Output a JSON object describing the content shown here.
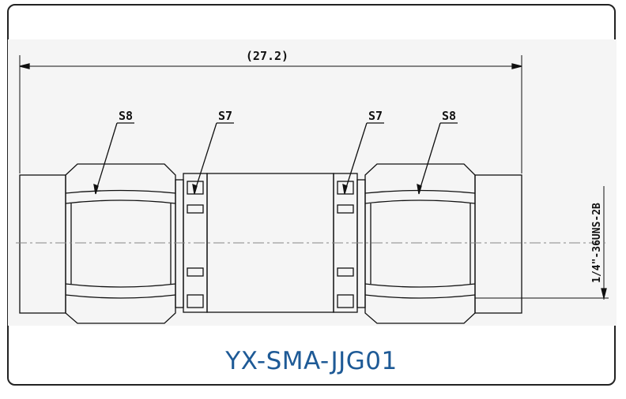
{
  "caption": "YX-SMA-JJG01",
  "colors": {
    "caption": "#1e5a96",
    "drawing_bg": "#f5f5f5",
    "line": "#111111"
  },
  "drawing": {
    "overall_dimension": "(27.2)",
    "labels": {
      "hex_left": "S8",
      "nut_left": "S7",
      "nut_right": "S7",
      "hex_right": "S8"
    },
    "thread_spec": "1/4\"-36UNS-2B"
  }
}
